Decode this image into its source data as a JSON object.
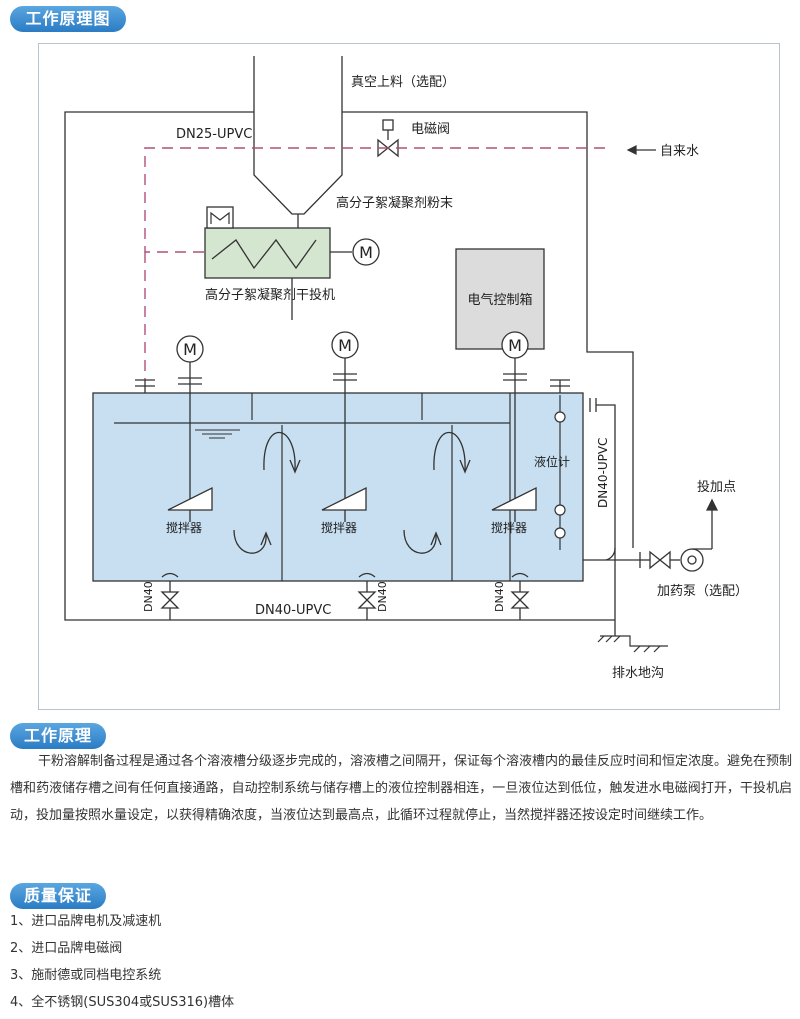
{
  "headings": {
    "diagram": "工作原理图",
    "principle": "工作原理",
    "quality": "质量保证"
  },
  "diagram": {
    "vacuum_feed": "真空上料（选配）",
    "solenoid_valve": "电磁阀",
    "pipe_top": "DN25-UPVC",
    "tap_water": "自来水",
    "powder": "高分子絮凝聚剂粉末",
    "feeder": "高分子絮凝聚剂干投机",
    "control_box": "电气控制箱",
    "motor": "M",
    "agitator": "搅拌器",
    "level_gauge": "液位计",
    "pipe_side": "DN40-UPVC",
    "dosing_point": "投加点",
    "pump": "加药泵（选配）",
    "dn40": "DN40",
    "pipe_bottom": "DN40-UPVC",
    "drain": "排水地沟"
  },
  "principle_text": "干粉溶解制备过程是通过各个溶液槽分级逐步完成的，溶液槽之间隔开，保证每个溶液槽内的最佳反应时间和恒定浓度。避免在预制槽和药液储存槽之间有任何直接通路，自动控制系统与储存槽上的液位控制器相连，一旦液位达到低位，触发进水电磁阀打开，干投机启动，投加量按照水量设定，以获得精确浓度，当液位达到最高点，此循环过程就停止，当然搅拌器还按设定时间继续工作。",
  "quality_items": [
    "1、进口品牌电机及减速机",
    "2、进口品牌电磁阀",
    "3、施耐德或同档电控系统",
    "4、全不锈钢(SUS304或SUS316)槽体"
  ],
  "colors": {
    "accent": "#2b7cc4",
    "tank_fill": "#c7dff0",
    "feeder_fill": "#d5e6d0",
    "control_box_fill": "#dcdcdc",
    "dashed_pipe": "#b0507a"
  }
}
